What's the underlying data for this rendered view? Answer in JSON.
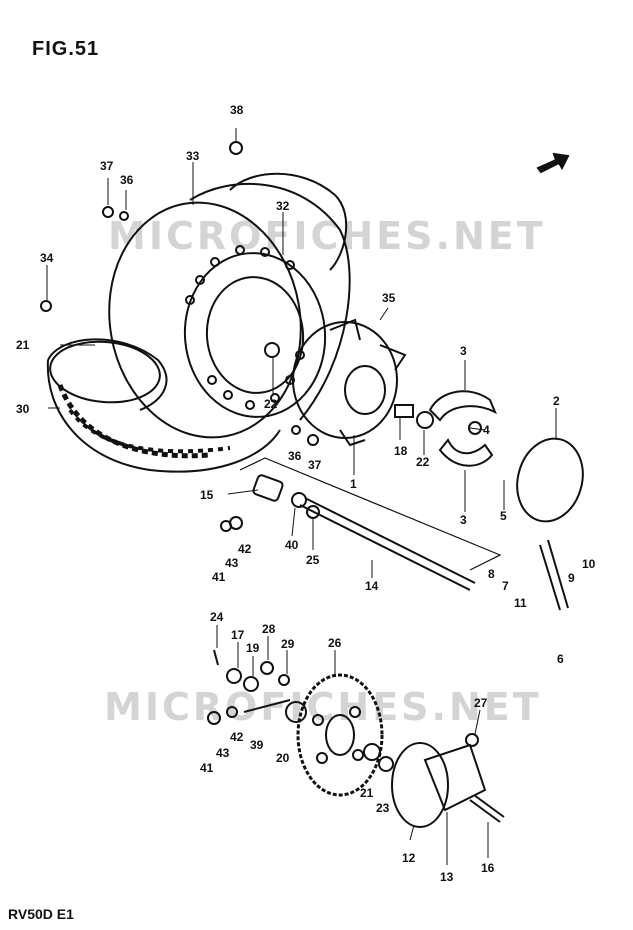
{
  "figure_title": "FIG.51",
  "model_code": "RV50D  E1",
  "watermarks": [
    "MICROFICHES.NET",
    "MICROFICHES.NET"
  ],
  "callouts": {
    "c38": "38",
    "c37a": "37",
    "c36a": "36",
    "c33": "33",
    "c32": "32",
    "c34": "34",
    "c21a": "21",
    "c30": "30",
    "c35": "35",
    "c3a": "3",
    "c2": "2",
    "c4": "4",
    "c22a": "22",
    "c36b": "36",
    "c37b": "37",
    "c18": "18",
    "c22b": "22",
    "c1": "1",
    "c5": "5",
    "c3b": "3",
    "c15": "15",
    "c40": "40",
    "c25": "25",
    "c42a": "42",
    "c43a": "43",
    "c41a": "41",
    "c14": "14",
    "c8": "8",
    "c7": "7",
    "c11": "11",
    "c9": "9",
    "c10": "10",
    "c6": "6",
    "c24": "24",
    "c17": "17",
    "c19": "19",
    "c28": "28",
    "c29": "29",
    "c26": "26",
    "c27": "27",
    "c42b": "42",
    "c43b": "43",
    "c41b": "41",
    "c39": "39",
    "c20": "20",
    "c21b": "21",
    "c23": "23",
    "c12": "12",
    "c13": "13",
    "c16": "16"
  }
}
